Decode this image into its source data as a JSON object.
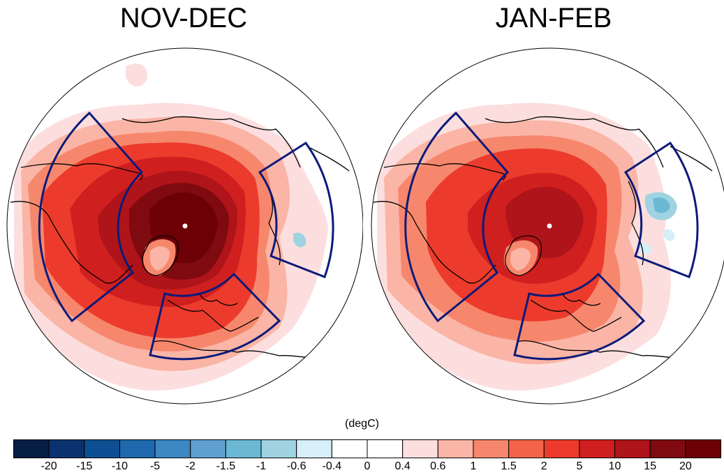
{
  "panels": [
    {
      "title": "NOV-DEC",
      "box_outline_color": "#0b1a7a"
    },
    {
      "title": "JAN-FEB",
      "box_outline_color": "#0b1a7a"
    }
  ],
  "colorbar": {
    "units": "(degC)",
    "tick_labels": [
      "-20",
      "-15",
      "-10",
      "-5",
      "-2",
      "-1.5",
      "-1",
      "-0.6",
      "-0.4",
      "0",
      "0.4",
      "0.6",
      "1",
      "1.5",
      "2",
      "5",
      "10",
      "15",
      "20"
    ],
    "colors": [
      "#071e45",
      "#0a326e",
      "#0c4f92",
      "#1f68ad",
      "#3d87c2",
      "#5fa0d0",
      "#6ab8d4",
      "#a0d3e1",
      "#d6eff8",
      "#ffffff",
      "#ffffff",
      "#fddede",
      "#fab5a6",
      "#f6876d",
      "#f3634a",
      "#ec3b2c",
      "#d01f1f",
      "#ae1419",
      "#7f0a0f",
      "#6d0006"
    ]
  }
}
